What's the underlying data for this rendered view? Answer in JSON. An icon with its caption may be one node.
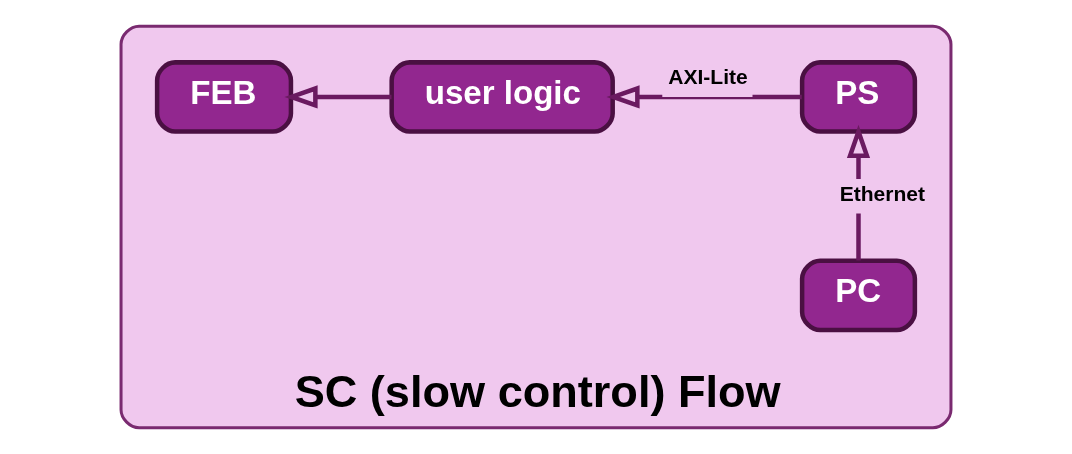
{
  "diagram": {
    "nodes": [
      {
        "text": [
          "SC (slow control) Flow"
        ]
      },
      {
        "text": [
          "FEB"
        ],
        "in": 0
      },
      {
        "text": [
          "user logic"
        ],
        "in": 0
      },
      {
        "text": [
          "PS"
        ],
        "in": 0
      },
      {
        "text": [
          "PC"
        ],
        "in": 0
      }
    ],
    "edges": [
      {
        "from": 2,
        "to": 1,
        "arrow": "to"
      },
      {
        "from": 3,
        "to": 2,
        "arrow": "to",
        "label": "AXI-Lite"
      },
      {
        "from": 4,
        "to": 3,
        "arrow": "to",
        "label": "Ethernet"
      }
    ]
  }
}
